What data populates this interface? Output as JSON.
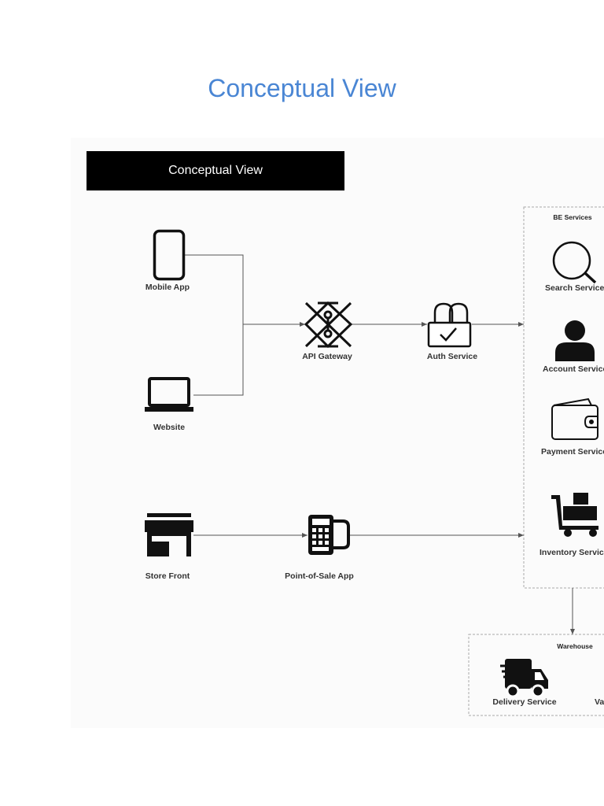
{
  "page": {
    "title": "Conceptual View"
  },
  "header": {
    "label": "Conceptual View"
  },
  "nodes": {
    "mobile_app": {
      "label": "Mobile App",
      "icon": "mobile-phone-icon"
    },
    "website": {
      "label": "Website",
      "icon": "laptop-icon"
    },
    "store_front": {
      "label": "Store Front",
      "icon": "store-icon"
    },
    "api_gateway": {
      "label": "API Gateway",
      "icon": "gateway-icon"
    },
    "auth_service": {
      "label": "Auth Service",
      "icon": "lock-icon"
    },
    "pos_app": {
      "label": "Point-of-Sale App",
      "icon": "pos-terminal-icon"
    },
    "search_service": {
      "label": "Search Service",
      "icon": "search-icon"
    },
    "account_service": {
      "label": "Account Service",
      "icon": "user-icon"
    },
    "payment_service": {
      "label": "Payment Service",
      "icon": "wallet-icon"
    },
    "inventory_service": {
      "label": "Inventory Service",
      "icon": "cart-icon"
    },
    "delivery_service": {
      "label": "Delivery Service",
      "icon": "truck-icon"
    },
    "warehouse_partial": {
      "label": "Va"
    }
  },
  "groups": {
    "be_services": {
      "title": "BE Services"
    },
    "warehouse": {
      "title": "Warehouse"
    }
  },
  "colors": {
    "title": "#4a86d4",
    "header_bg": "#000000",
    "line": "#555555",
    "icon": "#111111"
  }
}
